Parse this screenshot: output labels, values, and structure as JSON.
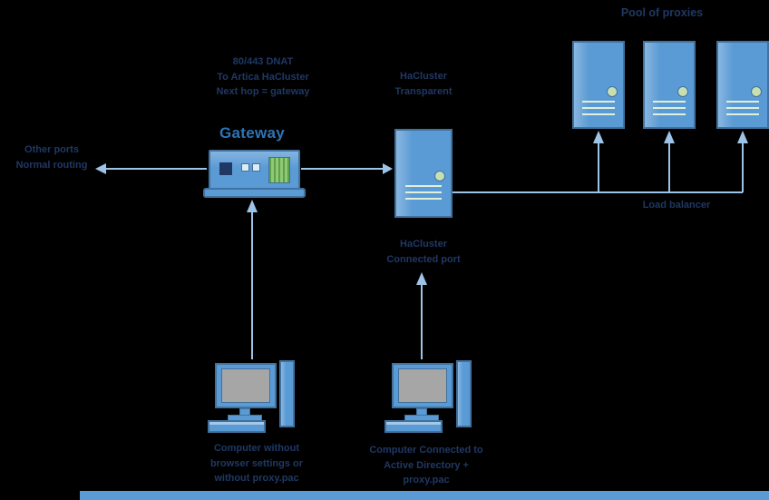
{
  "colors": {
    "background": "#000000",
    "node_fill": "#5B9BD5",
    "node_border": "#41719C",
    "connector": "#9DC3E6",
    "label_text": "#1F3864",
    "gateway_title": "#2E74B5",
    "screen_gray": "#A6A6A6",
    "power_light": "#C6E0B4",
    "gateway_screen": "#8FC973",
    "port_dark": "#1F3864",
    "vent": "#E2EFDA"
  },
  "diagram": {
    "pool": {
      "title": "Pool of proxies",
      "proxy_icon": "server-tower-icon",
      "proxy_count": 3
    },
    "load_balance": {
      "label": "Load balancer"
    },
    "gateway": {
      "note": [
        "80/443 DNAT",
        "To Artica HaCluster",
        "Next hop = gateway"
      ],
      "title": "Gateway",
      "icon": "router-gateway-icon"
    },
    "other_ports": {
      "lines": [
        "Other ports",
        "Normal routing"
      ]
    },
    "hacluster": {
      "icon": "server-tower-icon",
      "transparent_label": [
        "HaCluster",
        "Transparent"
      ],
      "connected_port_label": [
        "HaCluster",
        "Connected port"
      ]
    },
    "computers": [
      {
        "icon": "desktop-computer-icon",
        "caption": [
          "Computer without",
          "browser settings or",
          "without proxy.pac"
        ]
      },
      {
        "icon": "desktop-computer-icon",
        "caption": [
          "Computer Connected to",
          "Active Directory +",
          "proxy.pac"
        ]
      }
    ]
  }
}
